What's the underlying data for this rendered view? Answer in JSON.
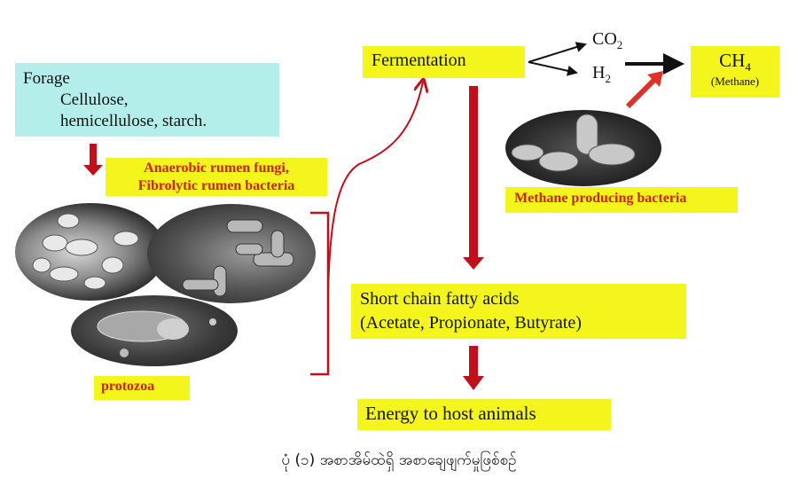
{
  "forage_box": {
    "title": "Forage",
    "line1": "Cellulose,",
    "line2": "hemicellulose, starch."
  },
  "microbes_label": {
    "line1": "Anaerobic rumen fungi,",
    "line2": "Fibrolytic rumen bacteria"
  },
  "protozoa_label": "protozoa",
  "fermentation_label": "Fermentation",
  "products": {
    "co2": "CO",
    "co2_sub": "2",
    "h2": "H",
    "h2_sub": "2"
  },
  "methane_box": {
    "formula": "CH",
    "formula_sub": "4",
    "name": "(Methane)"
  },
  "methanogen_label": "Methane producing bacteria",
  "scfa_box": {
    "line1": "Short chain fatty acids",
    "line2": "(Acetate, Propionate, Butyrate)"
  },
  "energy_label": "Energy to host animals",
  "caption": "ပုံ (၁) အစာအိမ်ထဲရှိ အစာချေဖျက်မှုဖြစ်စဉ်",
  "colors": {
    "arrow_red": "#c0101a",
    "box_yellow": "#f5f51e",
    "box_cyan": "#b3eeea",
    "label_red": "#d02010"
  }
}
